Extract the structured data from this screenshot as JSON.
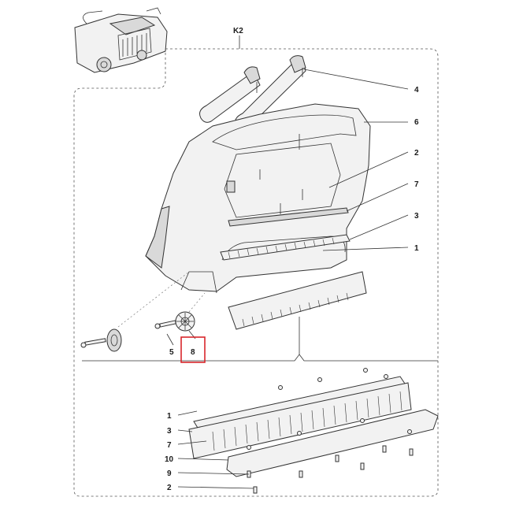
{
  "section_label": "K2",
  "callouts": [
    {
      "label": "4"
    },
    {
      "label": "6"
    },
    {
      "label": "2"
    },
    {
      "label": "7"
    },
    {
      "label": "3"
    },
    {
      "label": "1"
    },
    {
      "label": "5"
    },
    {
      "label": "8",
      "highlighted": true
    },
    {
      "label": "1"
    },
    {
      "label": "3"
    },
    {
      "label": "7"
    },
    {
      "label": "10"
    },
    {
      "label": "9"
    },
    {
      "label": "2"
    }
  ],
  "colors": {
    "line": "#333333",
    "highlight": "#d9262b",
    "background": "#ffffff"
  }
}
